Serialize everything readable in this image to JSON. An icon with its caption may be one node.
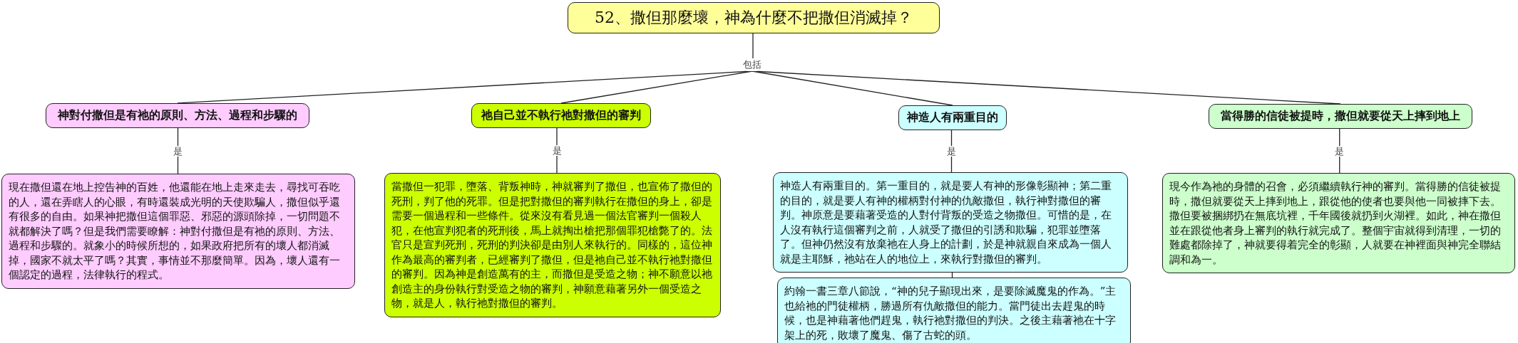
{
  "diagram": {
    "nodes": [
      {
        "text": [
          "52、撒但那麼壞，神為什麼不把撒但消滅掉？"
        ]
      },
      {
        "text": [
          "神對付撒但是有祂的原則、方法、過程和步驟的"
        ]
      },
      {
        "text": [
          "祂自己並不執行祂對撒但的審判"
        ]
      },
      {
        "text": [
          "神造人有兩重目的"
        ]
      },
      {
        "text": [
          "當得勝的信徒被提時，撒但就要從天上摔到地上"
        ]
      },
      {
        "text": [
          "現在撒但還在地上控告神的百姓，他還能在地上走來走去，尋找可吞吃的人，還在弄瞎人的心眼，有時還裝成光明的天使欺騙人，撒但似乎還有很多的自由。如果神把撒但這個罪惡、邪惡的源頭除掉，一切問題不就都解決了嗎？但是我們需要瞭解：神對付撒但是有祂的原則、方法、過程和步驟的。就象小的時候所想的，如果政府把所有的壞人都消滅掉，國家不就太平了嗎？其實，事情並不那麼簡單。因為，壞人還有一個認定的過程，法律執行的程式。"
        ]
      },
      {
        "text": [
          "當撒但一犯罪，墮落、背叛神時，神就審判了撒但，也宣佈了撒但的死刑，判了他的死罪。但是把對撒但的審判執行在撒但的身上，卻是需要一個過程和一些條件。從來沒有看見過一個法官審判一個殺人犯，在他宣判犯者的死刑後，馬上就掏出槍把那個罪犯槍斃了的。法官只是宣判死刑，死刑的判決卻是由別人來執行的。同樣的，這位神作為最高的審判者，已經審判了撒但，但是祂自己並不執行祂對撒但的審判。因為神是創造萬有的主，而撒但是受造之物；神不願意以祂創造主的身份執行對受造之物的審判，神願意藉著另外一個受造之物，就是人，執行祂對撒但的審判。"
        ]
      },
      {
        "text": [
          "神造人有兩重目的。第一重目的，就是要人有神的形像彰顯神；第二重的目的，就是要人有神的權柄對付神的仇敵撒但，執行神對撒但的審判。神原意是要藉著受造的人對付背叛的受造之物撒但。可惜的是，在人沒有執行這個審判之前，人就受了撒但的引誘和欺騙，犯罪並墮落了。但神仍然沒有放棄祂在人身上的計劃，於是神就親自來成為一個人就是主耶穌，祂站在人的地位上，來執行對撒但的審判。"
        ]
      },
      {
        "text": [
          "約翰一書三章八節說，“神的兒子顯現出來，是要除滅魔鬼的作為。”主也給祂的門徒權柄，勝過所有仇敵撒但的能力。當門徒出去趕鬼的時候，也是神藉著他們趕鬼，執行祂對撒但的判決。之後主藉著祂在十字架上的死，敗壞了魔鬼、傷了古蛇的頭。"
        ]
      },
      {
        "text": [
          "現今作為祂的身體的召會，必須繼續執行神的審判。當得勝的信徒被提時，撒但就要從天上摔到地上，跟從他的使者也要與他一同被摔下去。撒但要被捆綁扔在無底坑裡，千年國後就扔到火湖裡。如此，神在撒但並在跟從他者身上審判的執行就完成了。整個宇宙就得到清理，一切的難處都除掉了，神就要得着完全的彰顯，人就要在神裡面與神完全聯結調和為一。"
        ]
      },
      {
        "text": [
          "包括"
        ]
      }
    ],
    "edges": [
      {
        "from": 0,
        "to": 10,
        "arrow": "none"
      },
      {
        "from": 10,
        "to": 1,
        "arrow": "none"
      },
      {
        "from": 10,
        "to": 2,
        "arrow": "none"
      },
      {
        "from": 10,
        "to": 3,
        "arrow": "none"
      },
      {
        "from": 10,
        "to": 4,
        "arrow": "none"
      },
      {
        "from": 1,
        "to": 5,
        "arrow": "none",
        "label": "是"
      },
      {
        "from": 2,
        "to": 6,
        "arrow": "none",
        "label": "是"
      },
      {
        "from": 3,
        "to": 7,
        "arrow": "none",
        "label": "是"
      },
      {
        "from": 4,
        "to": 9,
        "arrow": "none",
        "label": "是"
      },
      {
        "from": 7,
        "to": 8,
        "arrow": "none"
      }
    ]
  }
}
